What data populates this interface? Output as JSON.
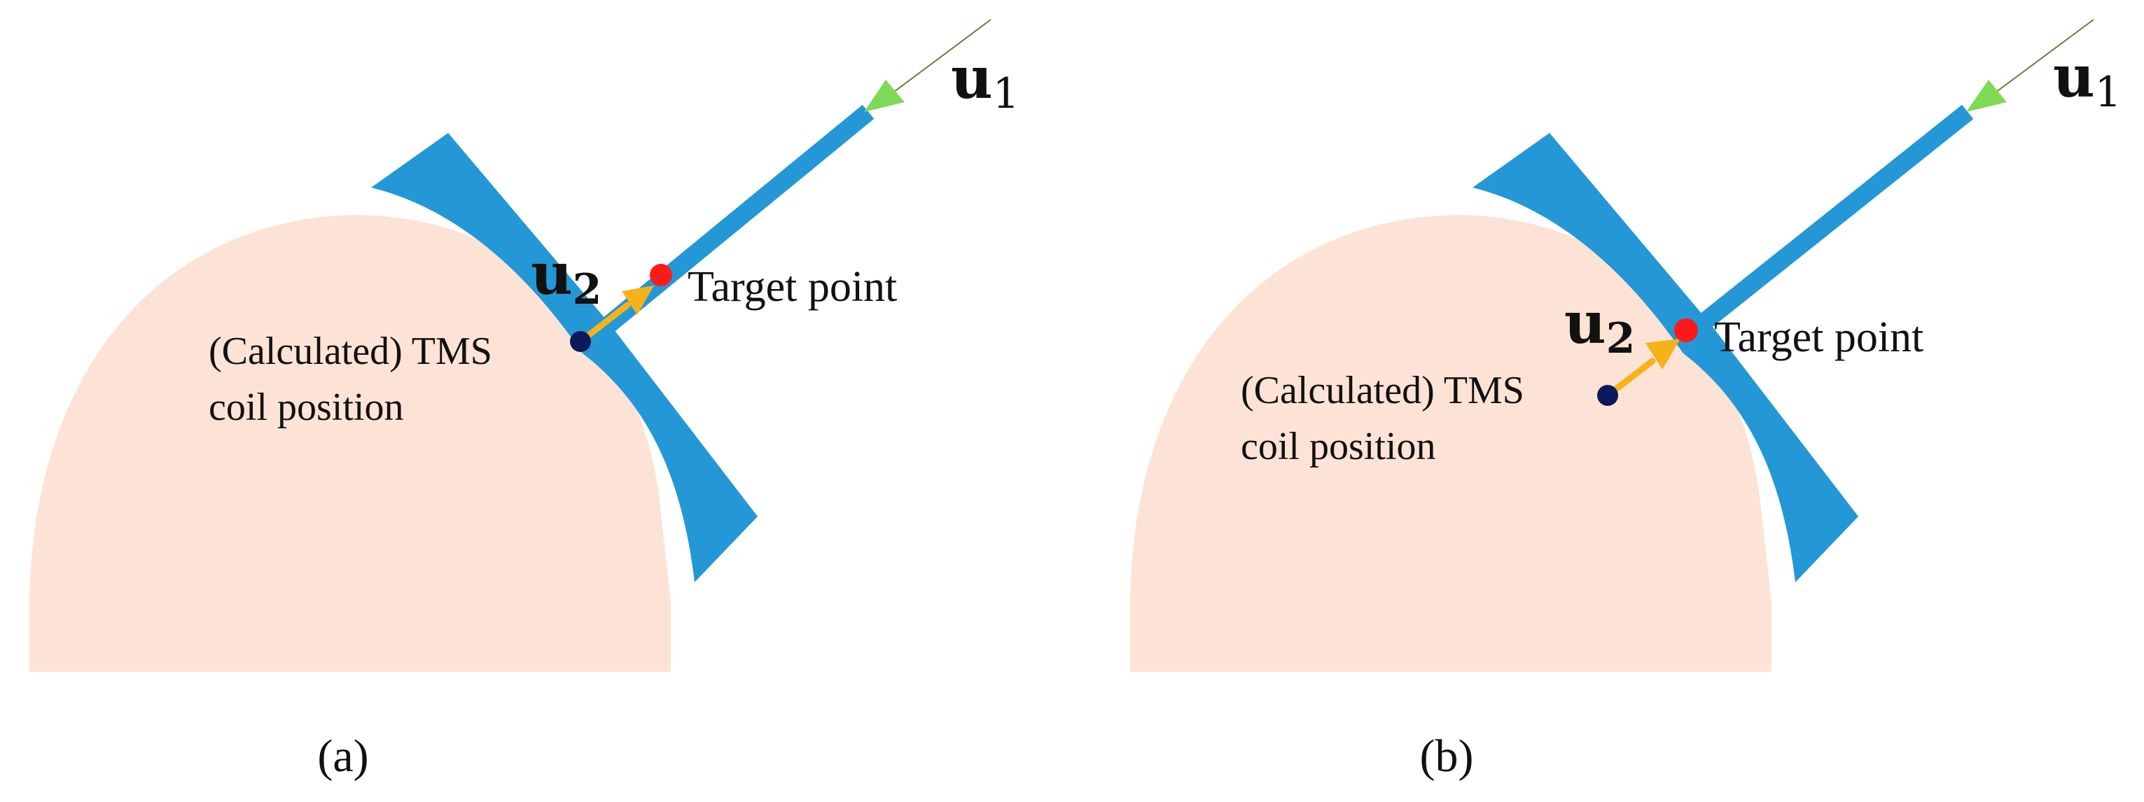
{
  "figure": {
    "colors": {
      "head": "#fde3d5",
      "coil": "#2497d6",
      "arrow_u1": "#7ed957",
      "arrow_u2": "#f5b21b",
      "coil_dot": "#0c1a5c",
      "target_dot": "#ff1a1a",
      "text": "#111111"
    },
    "panels": [
      {
        "id": "a",
        "caption": "(a)",
        "u1_main": "u",
        "u1_sub": "1",
        "u2_main": "u",
        "u2_sub": "2",
        "target_label": "Target point",
        "coil_label_line1": "(Calculated) TMS",
        "coil_label_line2": "coil position"
      },
      {
        "id": "b",
        "caption": "(b)",
        "u1_main": "u",
        "u1_sub": "1",
        "u2_main": "u",
        "u2_sub": "2",
        "target_label": "Target point",
        "coil_label_line1": "(Calculated) TMS",
        "coil_label_line2": "coil position"
      }
    ]
  }
}
